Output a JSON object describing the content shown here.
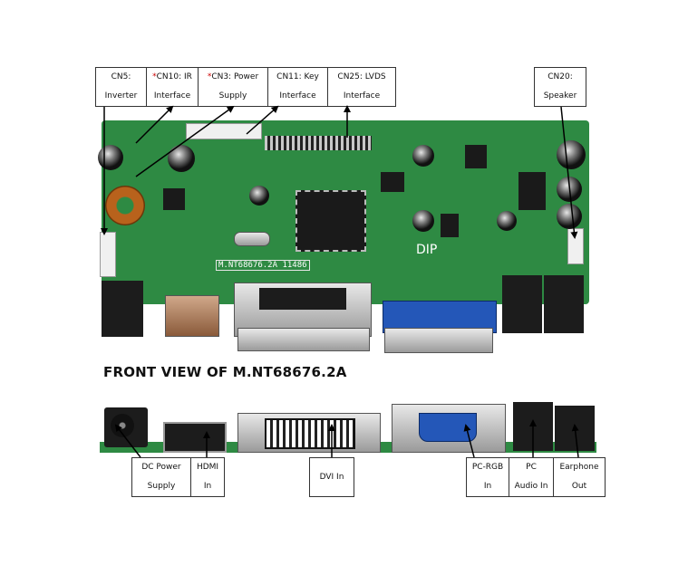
{
  "top_labels": [
    {
      "id": "cn5",
      "line1": "CN5:",
      "line2": "Inverter",
      "star": false
    },
    {
      "id": "cn10",
      "line1": "CN10: IR",
      "line2": "Interface",
      "star": true
    },
    {
      "id": "cn3",
      "line1": "CN3: Power",
      "line2": "Supply",
      "star": true
    },
    {
      "id": "cn11",
      "line1": "CN11: Key",
      "line2": "Interface",
      "star": false
    },
    {
      "id": "cn25",
      "line1": "CN25: LVDS",
      "line2": "Interface",
      "star": false
    },
    {
      "id": "cn20",
      "line1": "CN20:",
      "line2": "Speaker",
      "star": false
    }
  ],
  "board_marking": "M.NT68676.2A 11486",
  "dip_marking": "DIP",
  "front_view_title": "FRONT VIEW OF M.NT68676.2A",
  "bottom_labels": [
    {
      "id": "dc",
      "line1": "DC Power",
      "line2": "Supply"
    },
    {
      "id": "hdmi",
      "line1": "HDMI",
      "line2": "In"
    },
    {
      "id": "dvi",
      "line1": "DVI In",
      "line2": ""
    },
    {
      "id": "pcrgb",
      "line1": "PC-RGB",
      "line2": "In"
    },
    {
      "id": "pcaudio",
      "line1": "PC",
      "line2": "Audio In"
    },
    {
      "id": "earphone",
      "line1": "Earphone",
      "line2": "Out"
    }
  ],
  "colors": {
    "pcb": "#2e8a43",
    "star": "#cc0000",
    "vga": "#2457b8"
  }
}
